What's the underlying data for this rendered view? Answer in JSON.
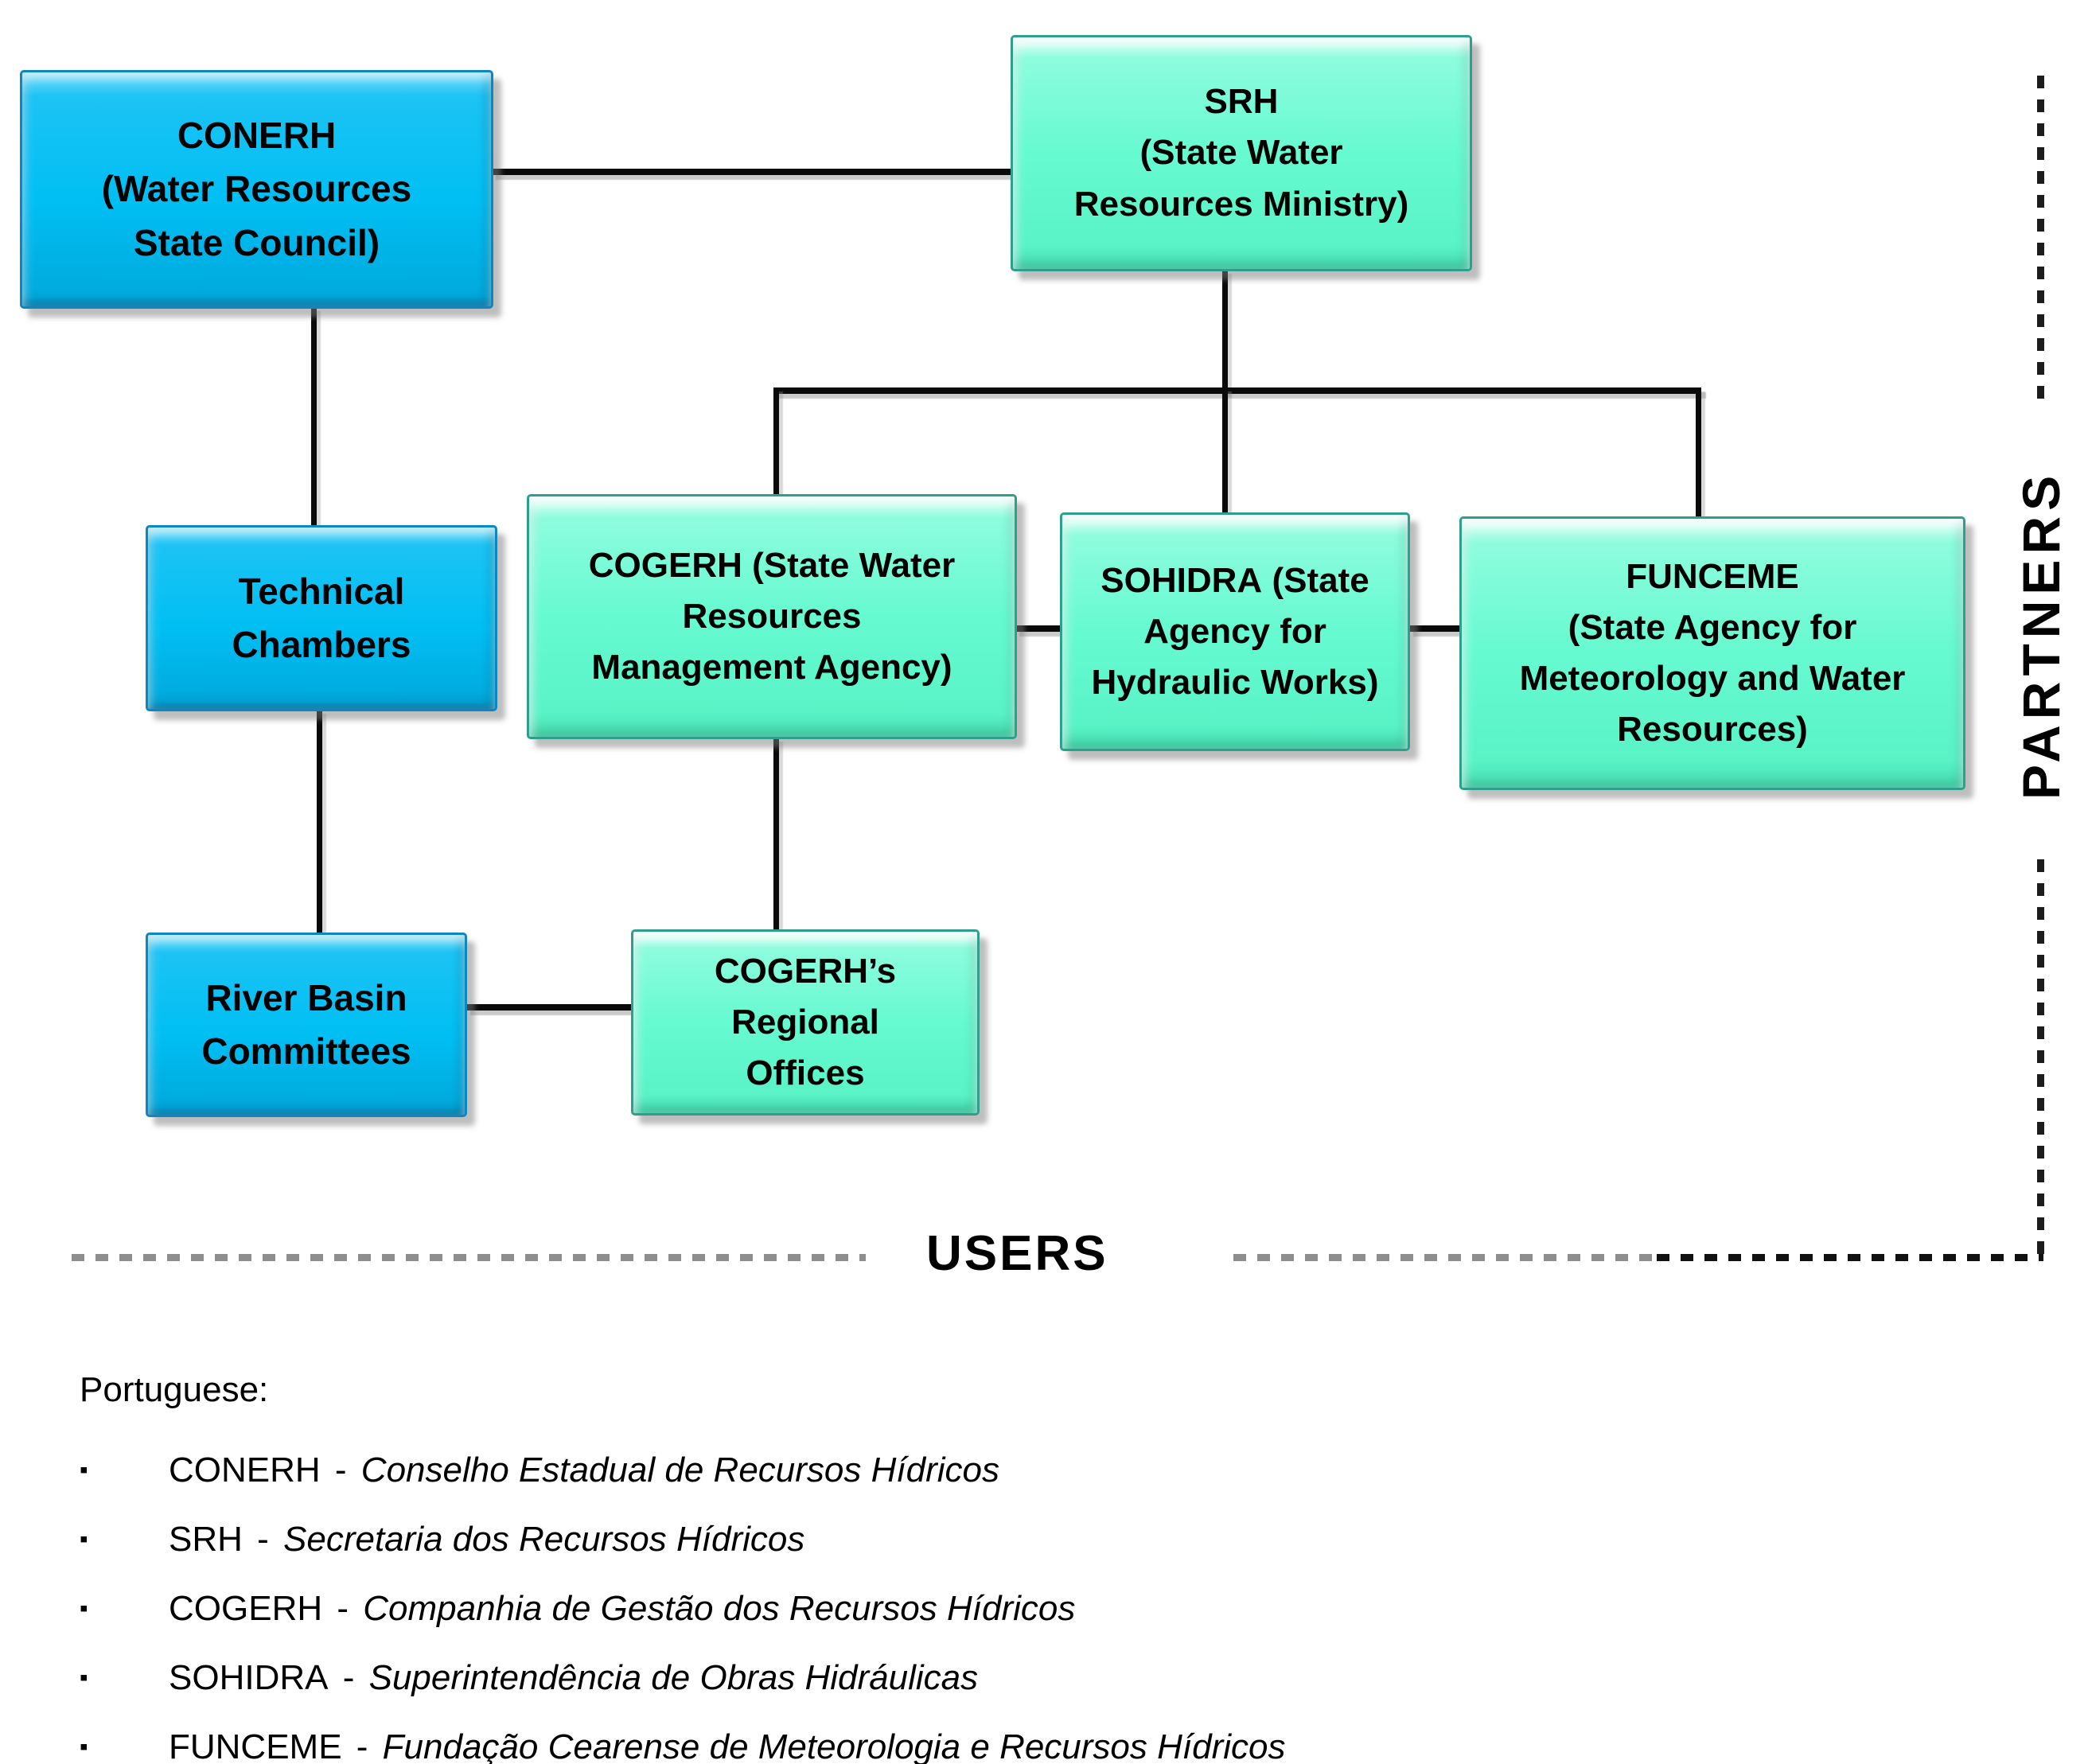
{
  "diagram": {
    "boxes": {
      "conerh": {
        "acronym": "CONERH",
        "description": "(Water Resources State Council)"
      },
      "srh": {
        "acronym": "SRH",
        "description": "(State Water Resources Ministry)"
      },
      "technical_chambers": {
        "label": "Technical Chambers"
      },
      "cogerh": {
        "acronym": "COGERH",
        "description": "(State Water Resources Management Agency)"
      },
      "sohidra": {
        "acronym": "SOHIDRA",
        "description": "(State Agency for Hydraulic Works)"
      },
      "funceme": {
        "acronym": "FUNCEME",
        "description": "(State Agency for Meteorology and Water Resources)"
      },
      "river_basin_committees": {
        "label": "River Basin Committees"
      },
      "cogerh_regional_offices": {
        "label": "COGERH’s Regional Offices"
      }
    },
    "labels": {
      "partners": "PARTNERS",
      "users": "USERS"
    },
    "colors": {
      "blue_fill": "#00BFF3",
      "blue_border": "#0E86C0",
      "teal_fill": "#66FAD1",
      "teal_border": "#2E9F8B",
      "line": "#0A0A0A",
      "dash_gray": "#8E8E8E",
      "dash_black": "#111111"
    }
  },
  "legend": {
    "heading": "Portuguese:",
    "bullet": "▪",
    "items": [
      {
        "acronym": "CONERH",
        "sep": " - ",
        "name": "Conselho Estadual de Recursos Hídricos"
      },
      {
        "acronym": "SRH",
        "sep": " - ",
        "name": "Secretaria dos Recursos Hídricos"
      },
      {
        "acronym": "COGERH",
        "sep": " - ",
        "name": "Companhia de Gestão dos Recursos Hídricos"
      },
      {
        "acronym": "SOHIDRA",
        "sep": " - ",
        "name": "Superintendência de Obras Hidráulicas"
      },
      {
        "acronym": "FUNCEME",
        "sep": " - ",
        "name": "Fundação Cearense de Meteorologia e Recursos Hídricos"
      }
    ]
  }
}
